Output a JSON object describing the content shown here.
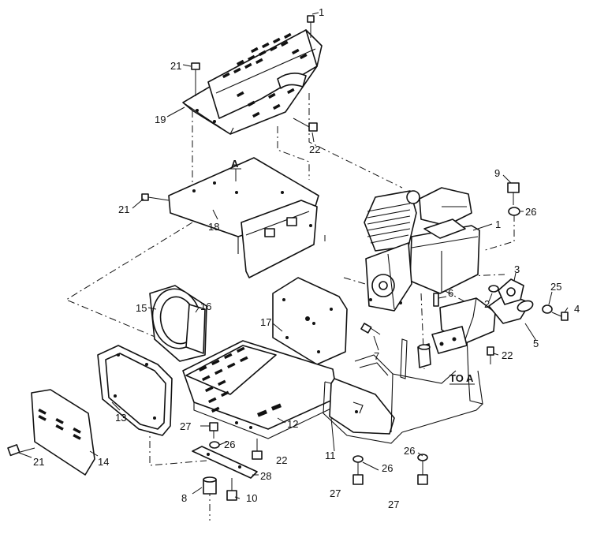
{
  "diagram": {
    "callouts": [
      {
        "id": "c1",
        "text": "1"
      },
      {
        "id": "c2",
        "text": "2"
      },
      {
        "id": "c3",
        "text": "3"
      },
      {
        "id": "c4",
        "text": "4"
      },
      {
        "id": "c5",
        "text": "5"
      },
      {
        "id": "c6",
        "text": "6"
      },
      {
        "id": "c7",
        "text": "7"
      },
      {
        "id": "c8",
        "text": "8"
      },
      {
        "id": "c9",
        "text": "9"
      },
      {
        "id": "c10",
        "text": "10"
      },
      {
        "id": "c11",
        "text": "11"
      },
      {
        "id": "c12",
        "text": "12"
      },
      {
        "id": "c13",
        "text": "13"
      },
      {
        "id": "c14",
        "text": "14"
      },
      {
        "id": "c15",
        "text": "15"
      },
      {
        "id": "c16",
        "text": "16"
      },
      {
        "id": "c17",
        "text": "17"
      },
      {
        "id": "c18",
        "text": "18"
      },
      {
        "id": "c19",
        "text": "19"
      },
      {
        "id": "c21a",
        "text": "21"
      },
      {
        "id": "c21b",
        "text": "21"
      },
      {
        "id": "c21c",
        "text": "21"
      },
      {
        "id": "c22a",
        "text": "22"
      },
      {
        "id": "c22b",
        "text": "22"
      },
      {
        "id": "c22c",
        "text": "22"
      },
      {
        "id": "c25",
        "text": "25"
      },
      {
        "id": "c26a",
        "text": "26"
      },
      {
        "id": "c26b",
        "text": "26"
      },
      {
        "id": "c26c",
        "text": "26"
      },
      {
        "id": "c26d",
        "text": "26"
      },
      {
        "id": "c27a",
        "text": "27"
      },
      {
        "id": "c27b",
        "text": "27"
      },
      {
        "id": "c27c",
        "text": "27"
      },
      {
        "id": "c28",
        "text": "28"
      }
    ],
    "reference_marks": {
      "to_a": "TO A",
      "a_mark": "A"
    }
  }
}
